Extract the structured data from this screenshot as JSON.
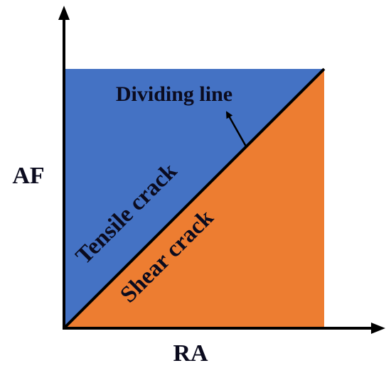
{
  "diagram": {
    "x_axis_label": "RA",
    "y_axis_label": "AF",
    "upper_region_label": "Tensile crack",
    "lower_region_label": "Shear crack",
    "divider_label": "Dividing line",
    "colors": {
      "upper_region": "#4472C4",
      "lower_region": "#ED7D31",
      "lines": "#000000",
      "text": "#0b0b1e"
    }
  }
}
